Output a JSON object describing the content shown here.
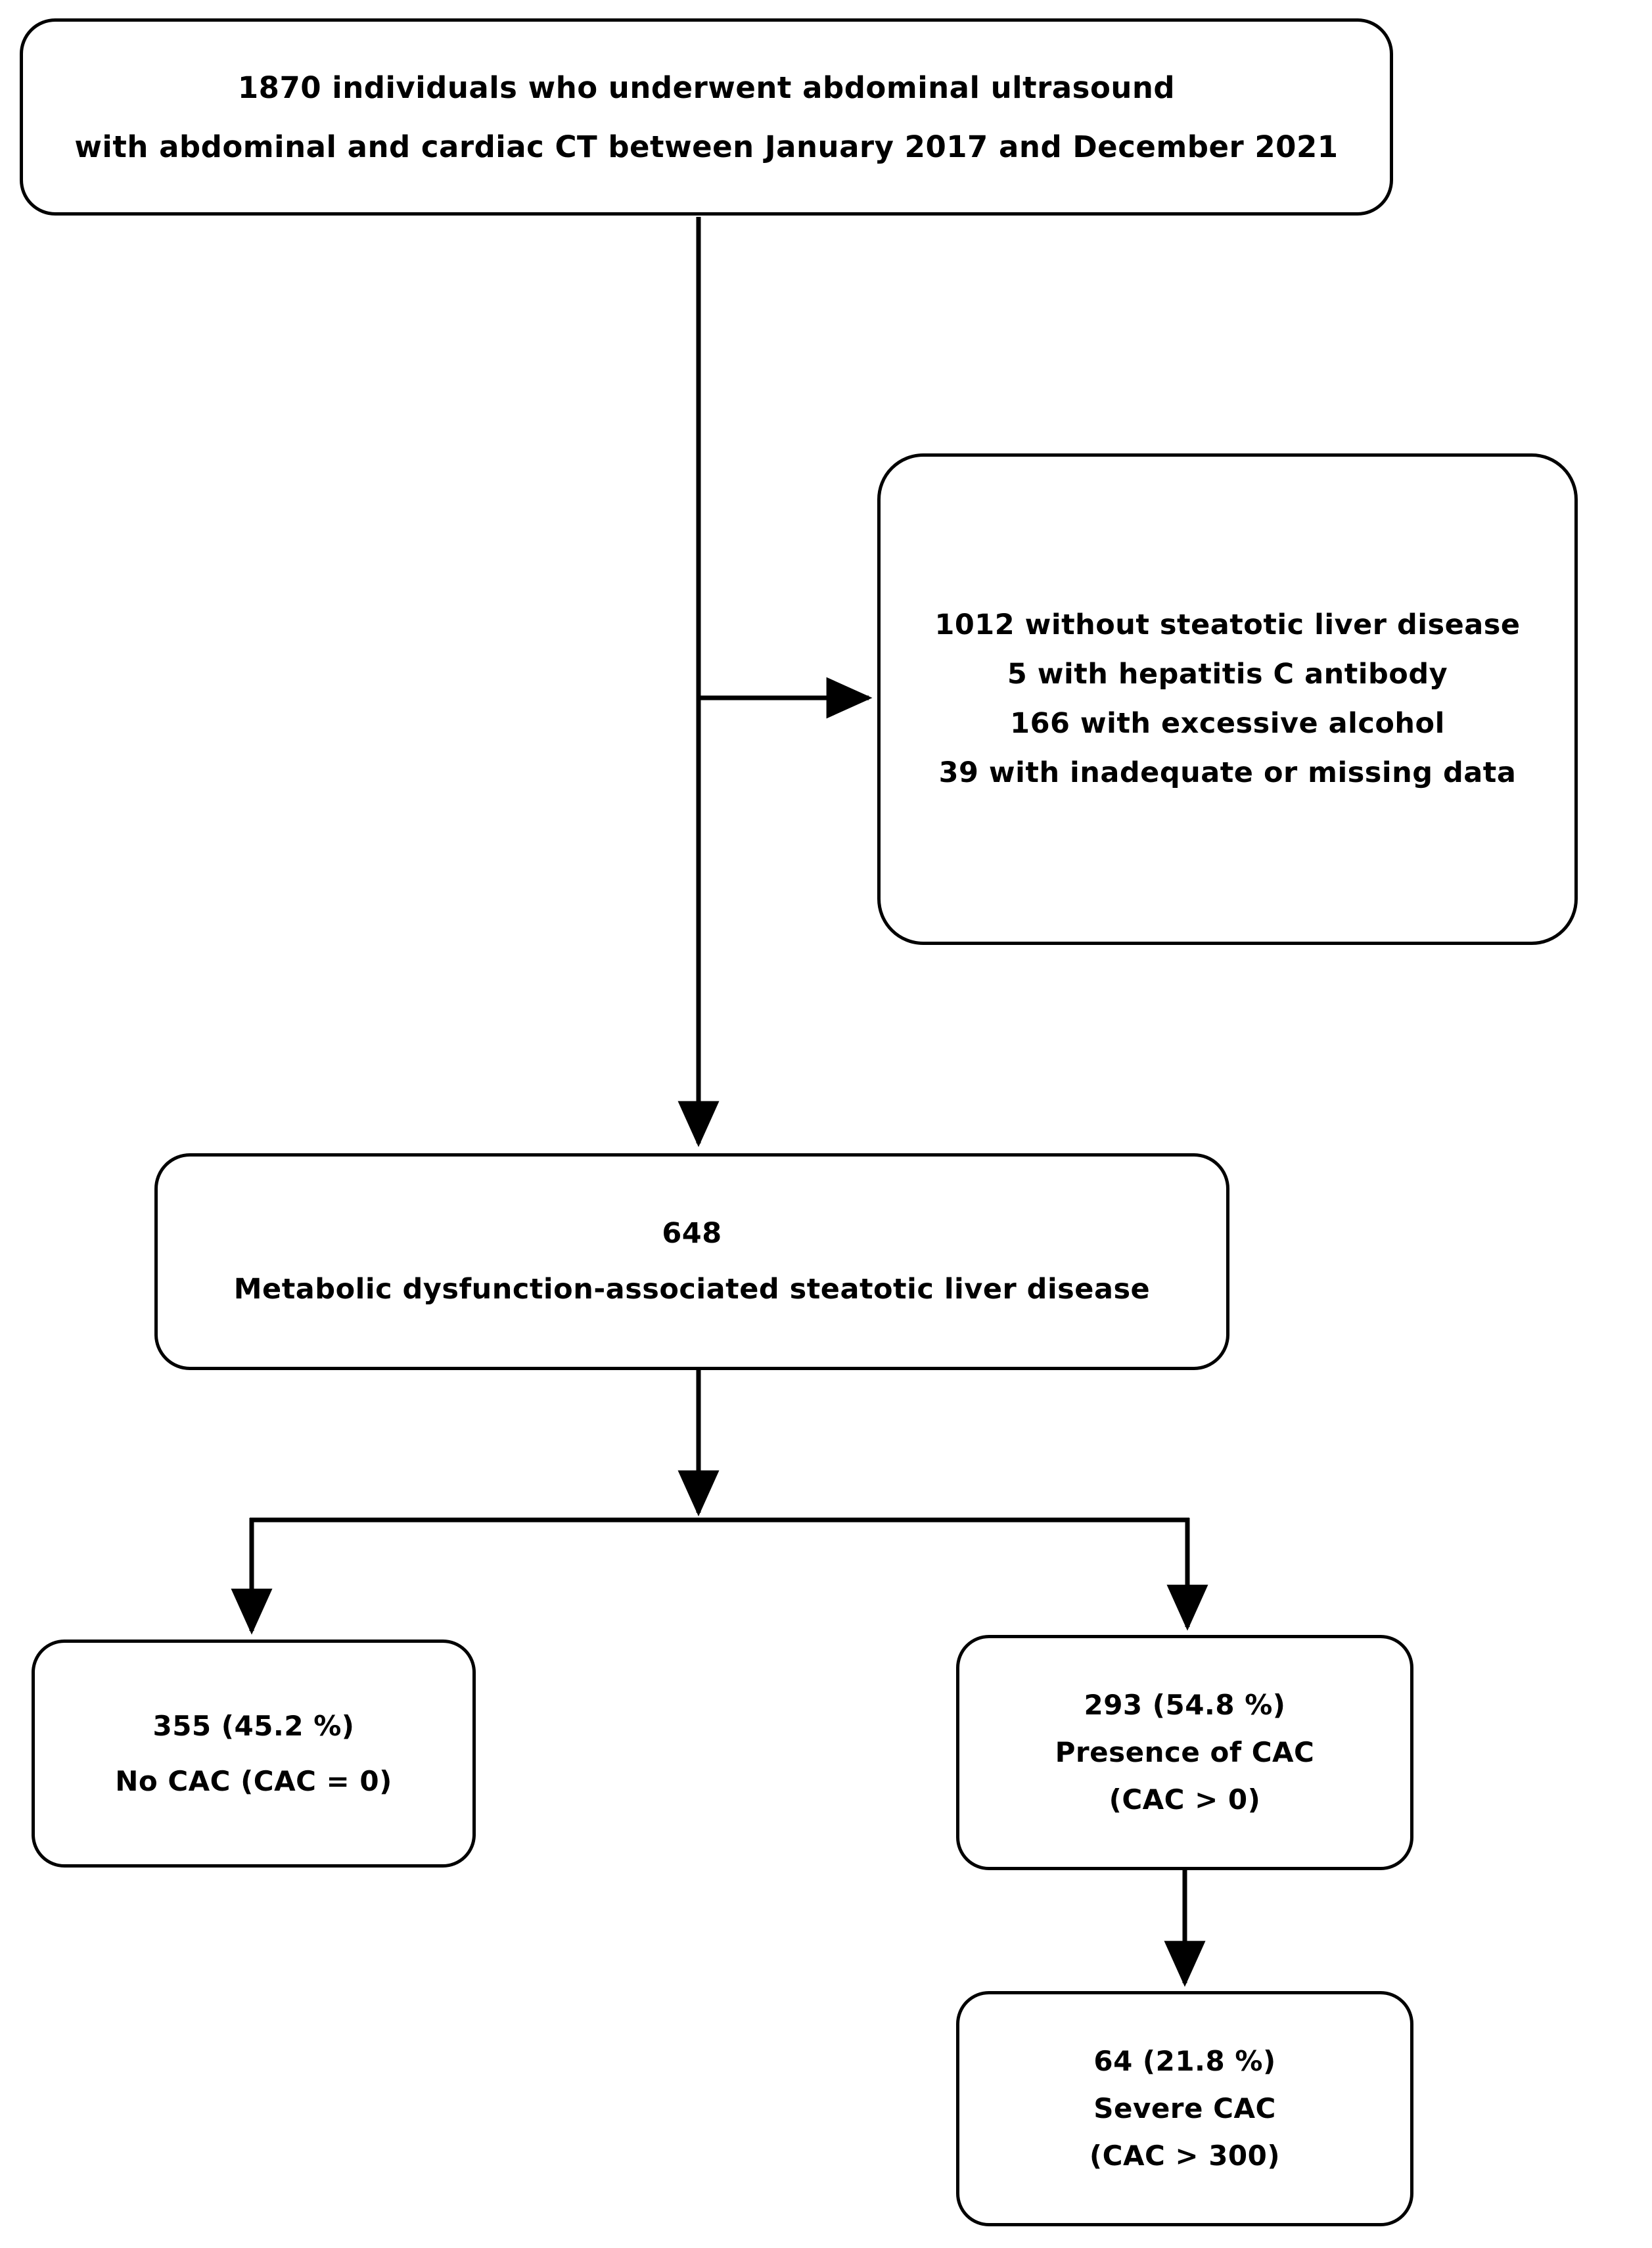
{
  "diagram": {
    "type": "flowchart",
    "title": "Study population selection flow diagram",
    "colors": {
      "stroke": "#000000",
      "background": "#ffffff",
      "text": "#000000"
    },
    "nodes": {
      "enrolled": {
        "name": "enrolled-cohort",
        "lines": [
          "1870 individuals who underwent abdominal ultrasound",
          "with abdominal and cardiac CT between January 2017 and December 2021"
        ]
      },
      "excluded": {
        "name": "exclusion-criteria",
        "lines": [
          "1012 without steatotic liver disease",
          "5 with hepatitis C antibody",
          "166 with excessive alcohol",
          "39 with inadequate or missing data"
        ]
      },
      "masld": {
        "name": "masld-cohort",
        "lines": [
          "648",
          "Metabolic dysfunction-associated  steatotic liver disease"
        ]
      },
      "no_cac": {
        "name": "no-cac-group",
        "lines": [
          "355 (45.2 %)",
          "No  CAC  (CAC  =  0)"
        ]
      },
      "presence_cac": {
        "name": "presence-cac-group",
        "lines": [
          "293 (54.8 %)",
          "Presence  of CAC",
          "(CAC  >  0)"
        ]
      },
      "severe_cac": {
        "name": "severe-cac-group",
        "lines": [
          "64 (21.8 %)",
          "Severe  CAC",
          "(CAC  >  300)"
        ]
      }
    },
    "edges": [
      {
        "name": "edge-enrolled-to-masld",
        "from": "enrolled",
        "to": "masld",
        "style": "vertical-arrow"
      },
      {
        "name": "edge-enrolled-to-excluded",
        "from": "enrolled",
        "to": "excluded",
        "style": "horizontal-arrow"
      },
      {
        "name": "edge-masld-split",
        "from": "masld",
        "to": "split-bar",
        "style": "vertical-arrow"
      },
      {
        "name": "edge-split-to-no-cac",
        "from": "split-bar",
        "to": "no_cac",
        "style": "elbow-arrow"
      },
      {
        "name": "edge-split-to-presence-cac",
        "from": "split-bar",
        "to": "presence_cac",
        "style": "elbow-arrow"
      },
      {
        "name": "edge-presence-to-severe",
        "from": "presence_cac",
        "to": "severe_cac",
        "style": "vertical-arrow"
      }
    ]
  }
}
